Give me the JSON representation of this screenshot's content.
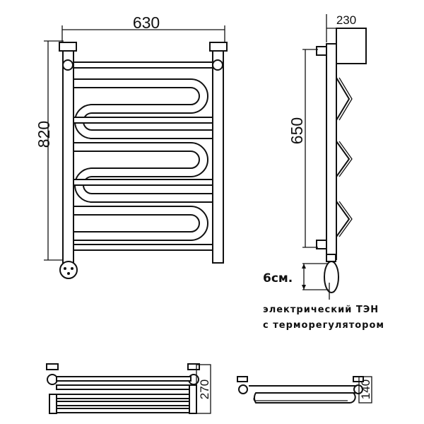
{
  "front_view": {
    "width_label": "630",
    "height_label": "820"
  },
  "side_view": {
    "depth_label": "230",
    "axis_label": "650",
    "heater_offset_label": "6см."
  },
  "heater_caption": {
    "line1": "электрический  ТЭН",
    "line2": "с терморегулятором"
  },
  "top_view_left": {
    "depth_label": "270"
  },
  "top_view_right": {
    "depth_label": "140"
  }
}
